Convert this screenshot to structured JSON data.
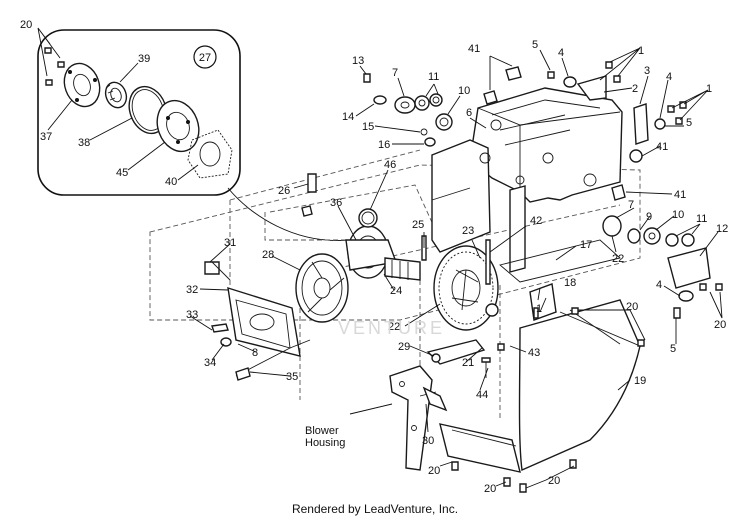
{
  "labels": {
    "inset_badge": "27",
    "blower_housing_line1": "Blower",
    "blower_housing_line2": "Housing",
    "footer": "Rendered by LeadVenture, Inc.",
    "watermark": "VENTURE"
  },
  "callouts": [
    "20",
    "39",
    "37",
    "38",
    "45",
    "40",
    "13",
    "7",
    "11",
    "14",
    "15",
    "16",
    "10",
    "6",
    "41",
    "5",
    "4",
    "1",
    "2",
    "3",
    "46",
    "26",
    "36",
    "25",
    "23",
    "42",
    "17",
    "9",
    "12",
    "31",
    "28",
    "24",
    "18",
    "32",
    "22",
    "33",
    "34",
    "8",
    "35",
    "29",
    "21",
    "43",
    "44",
    "19",
    "30"
  ]
}
